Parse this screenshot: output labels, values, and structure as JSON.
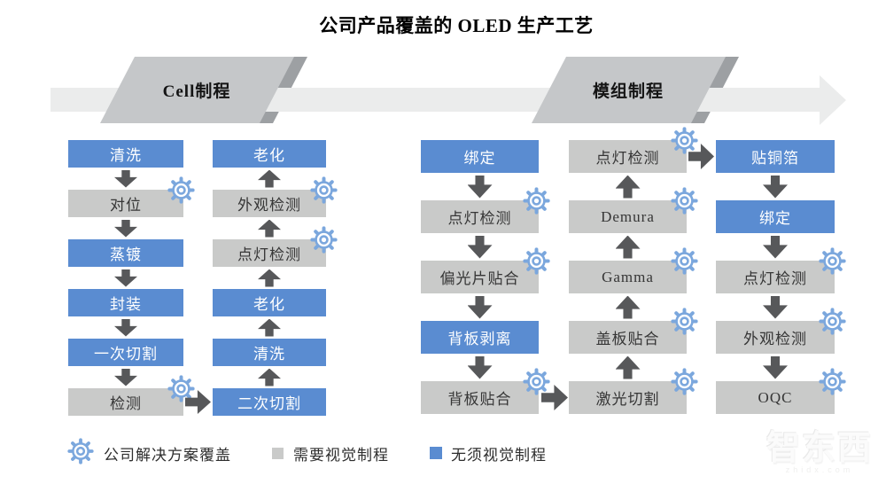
{
  "title": "公司产品覆盖的 OLED 生产工艺",
  "stages": [
    {
      "label": "Cell制程"
    },
    {
      "label": "模组制程"
    }
  ],
  "columns": [
    {
      "stage": "Cell制程",
      "direction": "down",
      "steps": [
        {
          "label": "清洗",
          "style": "blue",
          "gear": false
        },
        {
          "label": "对位",
          "style": "gray",
          "gear": true
        },
        {
          "label": "蒸镀",
          "style": "blue",
          "gear": false
        },
        {
          "label": "封装",
          "style": "blue",
          "gear": false
        },
        {
          "label": "一次切割",
          "style": "blue",
          "gear": false
        },
        {
          "label": "检测",
          "style": "gray",
          "gear": true
        }
      ]
    },
    {
      "stage": "Cell制程",
      "direction": "up",
      "steps": [
        {
          "label": "老化",
          "style": "blue",
          "gear": false
        },
        {
          "label": "外观检测",
          "style": "gray",
          "gear": true
        },
        {
          "label": "点灯检测",
          "style": "gray",
          "gear": true
        },
        {
          "label": "老化",
          "style": "blue",
          "gear": false
        },
        {
          "label": "清洗",
          "style": "blue",
          "gear": false
        },
        {
          "label": "二次切割",
          "style": "blue",
          "gear": false
        }
      ]
    },
    {
      "stage": "模组制程",
      "direction": "down",
      "steps": [
        {
          "label": "绑定",
          "style": "blue",
          "gear": false
        },
        {
          "label": "点灯检测",
          "style": "gray",
          "gear": true
        },
        {
          "label": "偏光片贴合",
          "style": "gray",
          "gear": true
        },
        {
          "label": "背板剥离",
          "style": "blue",
          "gear": false
        },
        {
          "label": "背板贴合",
          "style": "gray",
          "gear": true
        }
      ]
    },
    {
      "stage": "模组制程",
      "direction": "up",
      "steps": [
        {
          "label": "点灯检测",
          "style": "gray",
          "gear": true
        },
        {
          "label": "Demura",
          "style": "gray",
          "gear": true
        },
        {
          "label": "Gamma",
          "style": "gray",
          "gear": true
        },
        {
          "label": "盖板贴合",
          "style": "gray",
          "gear": true
        },
        {
          "label": "激光切割",
          "style": "gray",
          "gear": true
        }
      ]
    },
    {
      "stage": "模组制程",
      "direction": "down",
      "steps": [
        {
          "label": "贴铜箔",
          "style": "blue",
          "gear": false
        },
        {
          "label": "绑定",
          "style": "blue",
          "gear": false
        },
        {
          "label": "点灯检测",
          "style": "gray",
          "gear": true
        },
        {
          "label": "外观检测",
          "style": "gray",
          "gear": true
        },
        {
          "label": "OQC",
          "style": "gray",
          "gear": true
        }
      ]
    }
  ],
  "legend": {
    "items": [
      {
        "icon": "gear-icon",
        "label": "公司解决方案覆盖"
      },
      {
        "icon": "gray-swatch",
        "label": "需要视觉制程"
      },
      {
        "icon": "blue-swatch",
        "label": "无须视觉制程"
      }
    ]
  },
  "watermark": {
    "text": "智东西",
    "subtext": "zhidx.com"
  },
  "colors": {
    "blue_step": "#5a8cd1",
    "gray_step": "#c9cac9",
    "flow_arrow": "#57585a",
    "gear": "#7ba7dd",
    "band": "#ebecec",
    "header": "#c5c7c9",
    "header_shadow": "#9da0a3"
  }
}
